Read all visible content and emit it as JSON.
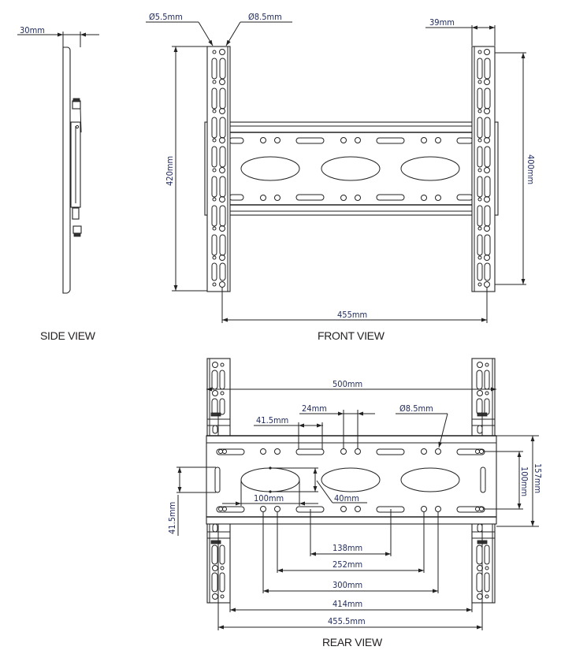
{
  "views": {
    "side": {
      "label": "SIDE VIEW",
      "dimensions": {
        "depth": "30mm"
      }
    },
    "front": {
      "label": "FRONT VIEW",
      "dimensions": {
        "small_hole": "Ø5.5mm",
        "large_hole": "Ø8.5mm",
        "rail_height": "420mm",
        "rail_width": "39mm",
        "hole_span_vertical": "400mm",
        "rail_spacing": "455mm"
      }
    },
    "rear": {
      "label": "REAR VIEW",
      "dimensions": {
        "overall_width": "500mm",
        "hole_pair_spacing": "24mm",
        "slot_length": "41.5mm",
        "plate_hole": "Ø8.5mm",
        "oval_width": "100mm",
        "oval_height": "40mm",
        "side_slot_height": "41.5mm",
        "hole_rows_spacing": "100mm",
        "plate_height": "157mm",
        "vesa_138": "138mm",
        "vesa_252": "252mm",
        "vesa_300": "300mm",
        "vesa_414": "414mm",
        "rail_spacing": "455.5mm"
      }
    }
  },
  "colors": {
    "dimension_text": "#1f2a5a",
    "line": "#222222",
    "label": "#231f20",
    "background": "#ffffff"
  }
}
